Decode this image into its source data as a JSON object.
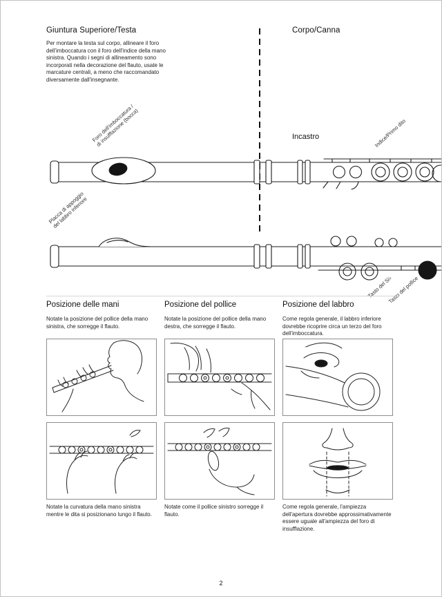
{
  "page_number": "2",
  "header": {
    "left_heading": "Giuntura Superiore/Testa",
    "right_heading": "Corpo/Canna"
  },
  "intro": "Per montare la testa sul corpo, allineare il foro dell'imboccatura con il foro dell'indice della mano sinistra. Quando i segni di allineamento sono incorporati nella decorazione del flauto, usate le marcature centrali, a meno che raccomandato diversamente dall'insegnante.",
  "diagram_labels": {
    "embouchure": "Foro dell'imboccatura /\ndi insufflazione (bocca)",
    "joint": "Incastro",
    "index_finger": "Indice/Primo dito",
    "lip_plate": "Placca di appoggio\ndel labbro inferiore",
    "b_flat_key": "Tasto del Si♭",
    "thumb_key": "Tasto del pollice"
  },
  "sections": [
    {
      "heading": "Posizione delle mani",
      "intro": "Notate la posizione del pollice della mano sinistra, che sorregge il flauto.",
      "caption": "Notate la curvatura della mano sinistra mentre le dita si posizionano lungo il flauto."
    },
    {
      "heading": "Posizione del pollice",
      "intro": "Notate la posizione del pollice della mano destra, che sorregge il flauto.",
      "caption": "Notate come il pollice sinistro sorregge il flauto."
    },
    {
      "heading": "Posizione del labbro",
      "intro": "Come regola generale, il labbro inferiore dovrebbe ricoprire circa un terzo del foro dell'imboccatura.",
      "caption": "Come regola generale, l'ampiezza dell'apertura dovrebbe approssimativamente essere uguale all'ampiezza del foro di insufflazione."
    }
  ]
}
